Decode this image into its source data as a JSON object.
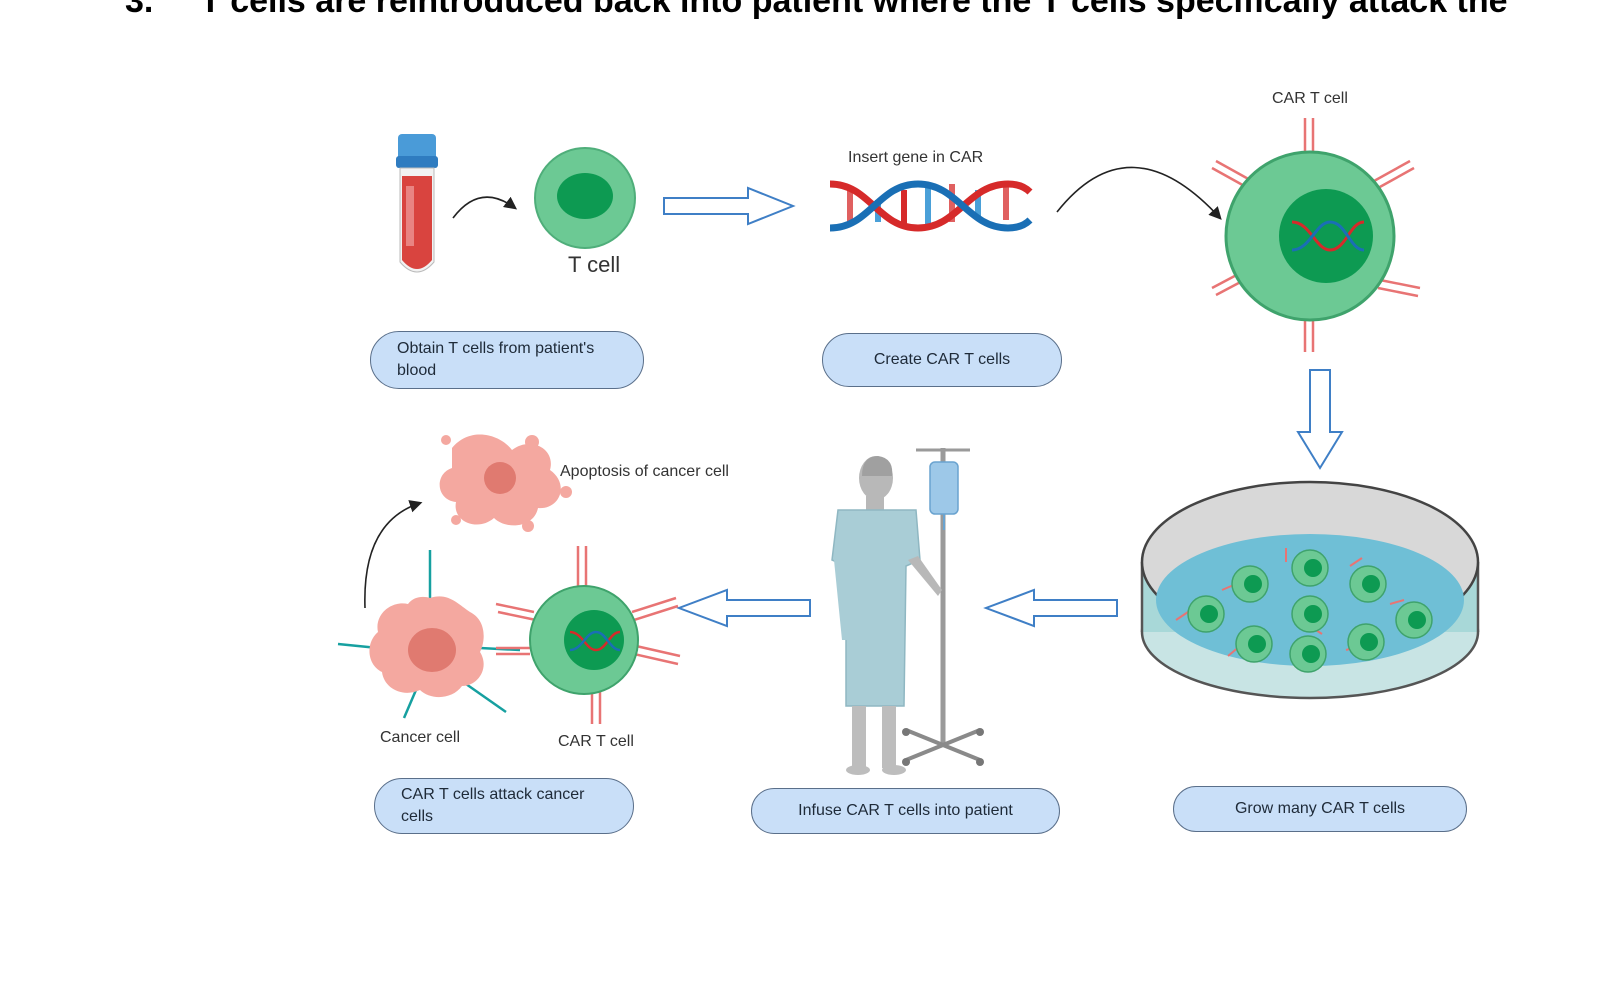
{
  "heading": {
    "number": "3.",
    "text": "T cells are reintroduced back into patient where the T cells specifically attack the"
  },
  "steps": {
    "obtain": "Obtain T cells from patient's blood",
    "create": "Create CAR T cells",
    "grow": "Grow many CAR T cells",
    "infuse": "Infuse CAR T cells into patient",
    "attack": "CAR T cells attack cancer cells"
  },
  "labels": {
    "t_cell": "T cell",
    "insert_gene": "Insert gene in CAR",
    "car_t_cell_top": "CAR T cell",
    "apoptosis": "Apoptosis of cancer cell",
    "cancer_cell": "Cancer cell",
    "car_t_cell_bottom": "CAR T cell"
  },
  "colors": {
    "cell_outer": "#6cc994",
    "cell_nucleus": "#0d9a52",
    "receptor": "#e87474",
    "arrow_outline": "#3f7fc6",
    "pill_fill": "#c9dff8",
    "dna_red": "#d62a2a",
    "dna_blue": "#1a6fb5",
    "cancer_cell": "#f4a8a0",
    "antigen": "#16a0a0"
  }
}
